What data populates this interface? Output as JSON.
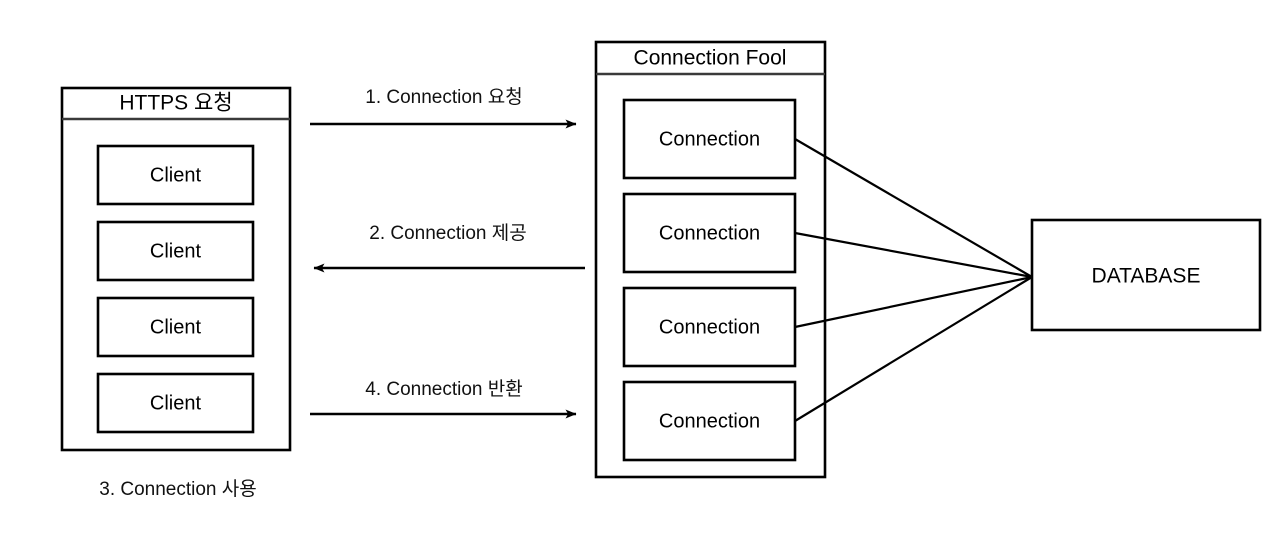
{
  "diagram": {
    "title_semantic": "database-connection-pool-flow",
    "background_color": "#ffffff",
    "line_color": "#000000",
    "text_color": "#000000",
    "client_container": {
      "header": "HTTPS 요청",
      "items": [
        {
          "label": "Client"
        },
        {
          "label": "Client"
        },
        {
          "label": "Client"
        },
        {
          "label": "Client"
        }
      ]
    },
    "pool_container": {
      "header": "Connection Fool",
      "items": [
        {
          "label": "Connection"
        },
        {
          "label": "Connection"
        },
        {
          "label": "Connection"
        },
        {
          "label": "Connection"
        }
      ]
    },
    "database": {
      "label": "DATABASE"
    },
    "flows": [
      {
        "label": "1. Connection 요청",
        "direction": "right"
      },
      {
        "label": "2. Connection 제공",
        "direction": "left"
      },
      {
        "label": "4. Connection 반환",
        "direction": "right"
      }
    ],
    "caption": "3. Connection 사용"
  }
}
